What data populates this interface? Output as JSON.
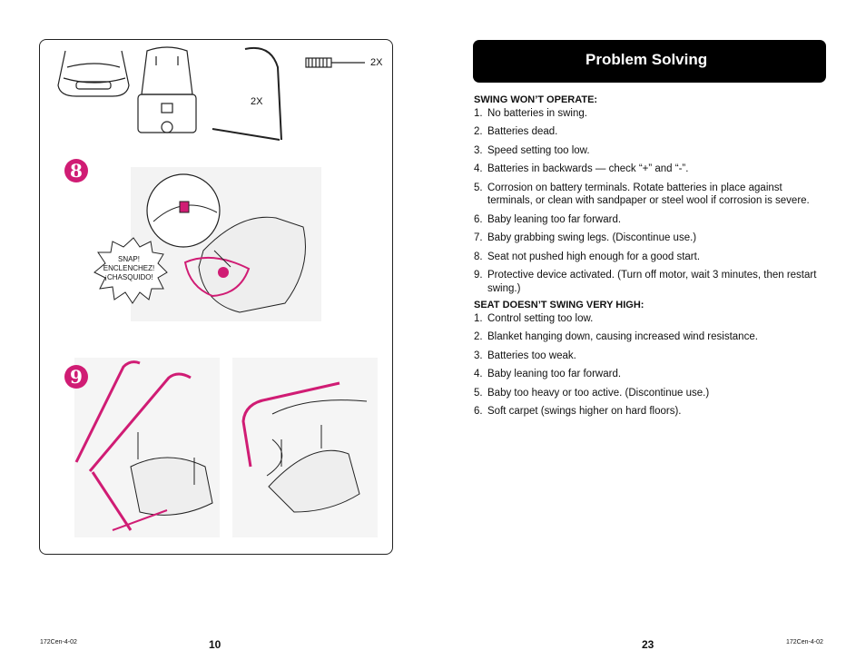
{
  "left_page": {
    "step8_number": "8",
    "step9_number": "9",
    "parts_label_top": "2X",
    "parts_label_mid": "2X",
    "snap_lines": [
      "SNAP!",
      "ENCLENCHEZ!",
      "¡CHASQUIDO!"
    ],
    "footer_code": "172Cen-4-02",
    "page_number": "10"
  },
  "right_page": {
    "title": "Problem Solving",
    "section1_heading": "SWING WON’T OPERATE:",
    "section1_items": [
      {
        "num": "1.",
        "text": "No batteries in swing."
      },
      {
        "num": "2.",
        "text": "Batteries dead."
      },
      {
        "num": "3.",
        "text": "Speed setting too low."
      },
      {
        "num": "4.",
        "text": "Batteries in backwards — check “+” and “-”."
      },
      {
        "num": "5.",
        "text": "Corrosion on battery terminals. Rotate batteries in place against terminals, or clean with sandpaper or steel wool if corrosion is severe."
      },
      {
        "num": "6.",
        "text": "Baby leaning too far forward."
      },
      {
        "num": "7.",
        "text": "Baby grabbing swing legs. (Discontinue use.)"
      },
      {
        "num": "8.",
        "text": "Seat not pushed high enough for a good start."
      },
      {
        "num": "9.",
        "text": "Protective device activated. (Turn off motor, wait 3 minutes, then restart swing.)"
      }
    ],
    "section2_heading": "SEAT DOESN’T SWING VERY HIGH:",
    "section2_items": [
      {
        "num": "1.",
        "text": "Control setting too low."
      },
      {
        "num": "2.",
        "text": "Blanket hanging down, causing increased wind resistance."
      },
      {
        "num": "3.",
        "text": "Batteries too weak."
      },
      {
        "num": "4.",
        "text": "Baby leaning too far forward."
      },
      {
        "num": "5.",
        "text": "Baby too heavy or too active. (Discontinue use.)"
      },
      {
        "num": "6.",
        "text": "Soft carpet (swings higher on hard floors)."
      }
    ],
    "footer_code": "172Cen-4-02",
    "page_number": "23"
  },
  "colors": {
    "accent": "#d01c74",
    "banner": "#000000",
    "line": "#222222"
  }
}
